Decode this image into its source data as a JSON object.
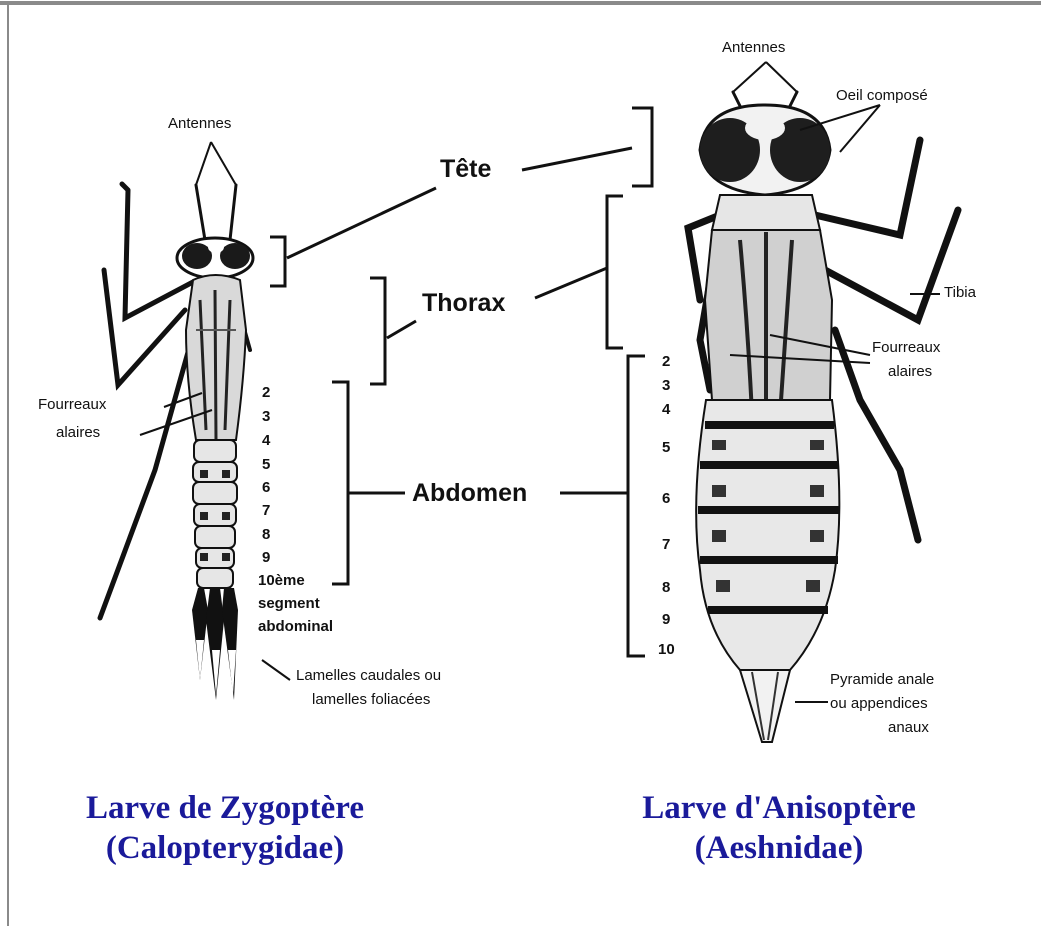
{
  "figure": {
    "zygoptera": {
      "antennae": "Antennes",
      "wing_pads_line1": "Fourreaux",
      "wing_pads_line2": "alaires",
      "segments": [
        "2",
        "3",
        "4",
        "5",
        "6",
        "7",
        "8",
        "9"
      ],
      "seg10_line1": "10ème",
      "seg10_line2": "segment",
      "seg10_line3": "abdominal",
      "caudal_line1": "Lamelles caudales ou",
      "caudal_line2": "lamelles foliacées",
      "caption_line1": "Larve de Zygoptère",
      "caption_line2": "(Calopterygidae)"
    },
    "anisoptera": {
      "antennae": "Antennes",
      "eye": "Oeil composé",
      "tibia": "Tibia",
      "wing_pads_line1": "Fourreaux",
      "wing_pads_line2": "alaires",
      "segments": [
        "2",
        "3",
        "4",
        "5",
        "6",
        "7",
        "8",
        "9",
        "10"
      ],
      "pyramid_line1": "Pyramide anale",
      "pyramid_line2": "ou appendices",
      "pyramid_line3": "anaux",
      "caption_line1": "Larve d'Anisoptère",
      "caption_line2": "(Aeshnidae)"
    },
    "shared": {
      "head": "Tête",
      "thorax": "Thorax",
      "abdomen": "Abdomen"
    },
    "colors": {
      "caption": "#1a1a9a",
      "ink": "#111111",
      "frame": "#8a8a8a"
    }
  }
}
